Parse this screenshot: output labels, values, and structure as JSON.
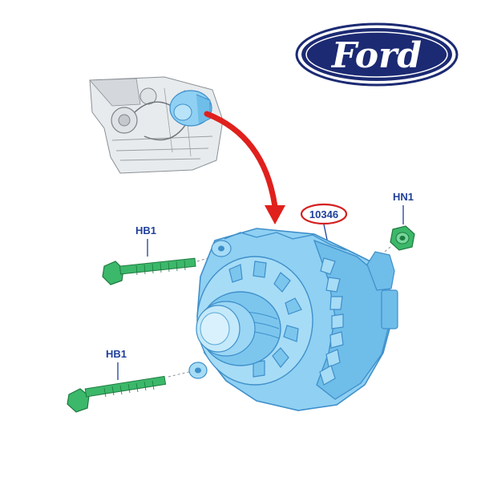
{
  "logo": {
    "text": "Ford"
  },
  "callouts": {
    "part_number": "10346",
    "nut": "HN1",
    "bolt_top": "HB1",
    "bolt_bottom": "HB1"
  },
  "colors": {
    "ford_blue": "#1c2a73",
    "label_blue": "#1f3f9a",
    "part_blue": "#8fd0f3",
    "part_blue_dark": "#4a9bd1",
    "fastener_green": "#3cb86a",
    "arrow_red": "#e0201c",
    "highlight_ring": "#d42020",
    "engine_gray": "#cfd4d8"
  }
}
